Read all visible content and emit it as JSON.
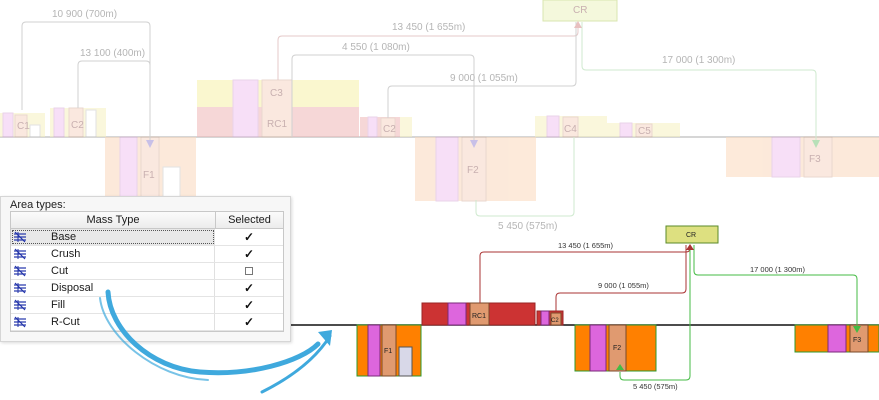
{
  "faded_diagram": {
    "labels": {
      "route_10900": "10 900 (700m)",
      "route_13100": "13 100 (400m)",
      "route_13450": "13 450 (1 655m)",
      "route_4550": "4 550 (1 080m)",
      "route_9000": "9 000 (1 055m)",
      "route_17000": "17 000 (1 300m)",
      "route_5450": "5 450 (575m)"
    },
    "boxes": {
      "cr": "CR",
      "c1": "C1",
      "c2": "C2",
      "c3": "C3",
      "rc1": "RC1",
      "c4": "C4",
      "c5": "C5",
      "c6": "C2",
      "f1": "F1",
      "f2": "F2",
      "f3": "F3"
    }
  },
  "main_diagram": {
    "labels": {
      "route_13450": "13 450 (1 655m)",
      "route_9000": "9 000 (1 055m)",
      "route_17000": "17 000 (1 300m)",
      "route_5450": "5 450 (575m)"
    },
    "boxes": {
      "cr": "CR",
      "rc1": "RC1",
      "c2": "C2",
      "f1": "F1",
      "f2": "F2",
      "f3": "F3"
    },
    "colors": {
      "cut": "#cc3333",
      "fill": "#ff8000",
      "disposal": "#dd66dd",
      "crush": "#dddd66",
      "base": "#e09a70",
      "route_red": "#aa3333",
      "route_green": "#44bb44"
    }
  },
  "area_panel": {
    "title": "Area types:",
    "header_mass_type": "Mass Type",
    "header_selected": "Selected",
    "rows": [
      {
        "label": "Base",
        "selected": true,
        "icon": "mass-type-icon"
      },
      {
        "label": "Crush",
        "selected": true,
        "icon": "mass-type-icon"
      },
      {
        "label": "Cut",
        "selected": false,
        "icon": "mass-type-icon"
      },
      {
        "label": "Disposal",
        "selected": true,
        "icon": "mass-type-icon"
      },
      {
        "label": "Fill",
        "selected": true,
        "icon": "mass-type-icon"
      },
      {
        "label": "R-Cut",
        "selected": true,
        "icon": "mass-type-icon"
      }
    ],
    "check_glyph": "✓"
  },
  "arrow": {
    "icon": "curved-arrow-icon",
    "color": "#3fa9dd"
  }
}
